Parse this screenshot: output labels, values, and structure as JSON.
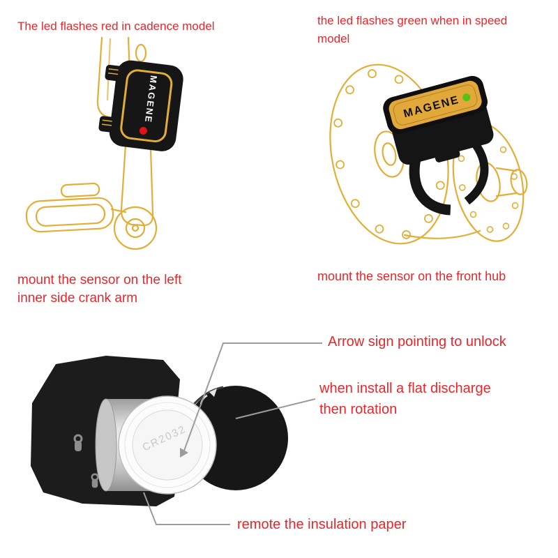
{
  "cadence": {
    "title": "The led flashes red in cadence model",
    "caption1": "mount the sensor on the left",
    "caption2": "inner side crank arm",
    "brand": "MAGENE",
    "led_color": "#e01414"
  },
  "speed": {
    "title1": "the led flashes green when in speed",
    "title2": "model",
    "caption": "mount the sensor on the front hub",
    "brand": "MAGENE",
    "led_color": "#55c316"
  },
  "battery": {
    "unlock": "Arrow sign pointing to unlock",
    "install1": "when install a flat discharge",
    "install2": "then rotation",
    "paper": "remote the insulation paper",
    "marking": "CR2032"
  },
  "colors": {
    "text_red": "#e8262b",
    "sketch_yellow": "#e2ae36",
    "device_black": "#161616"
  }
}
